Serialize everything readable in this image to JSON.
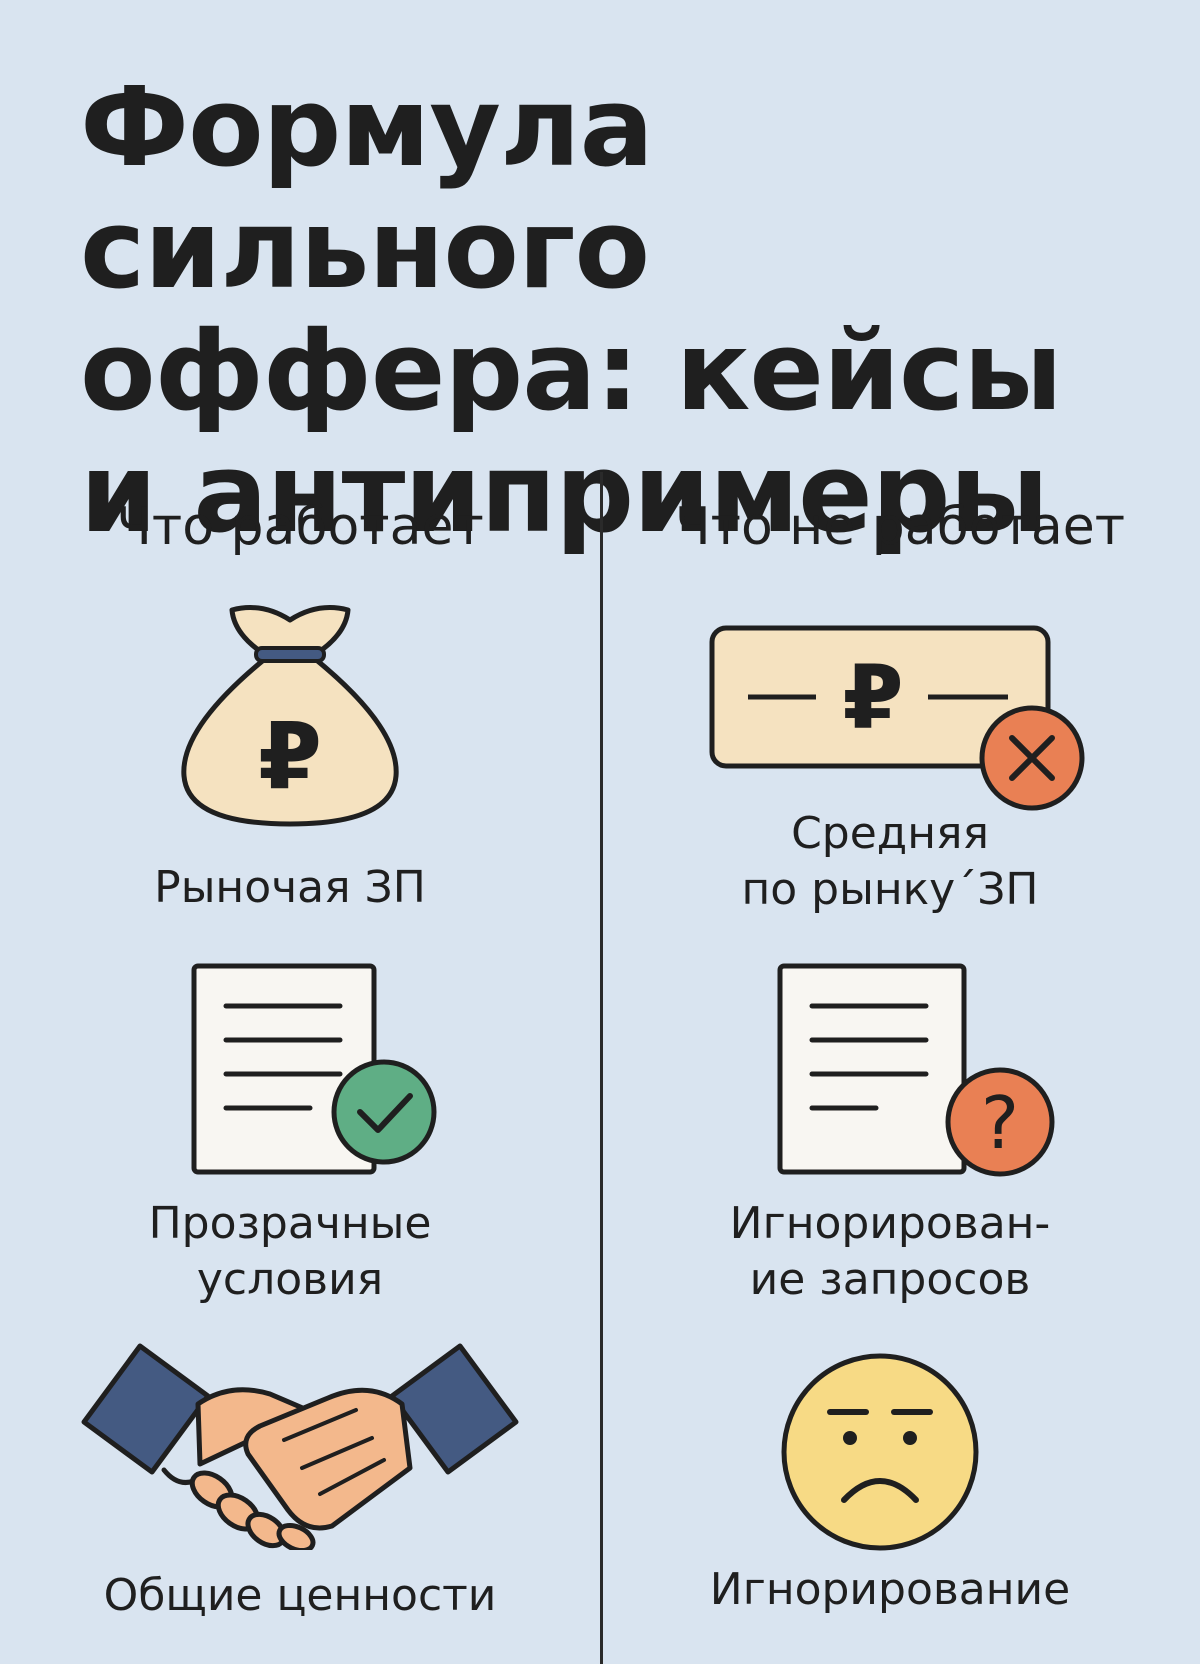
{
  "title": {
    "line1": "Формула сильного",
    "line2": "оффера: кейсы",
    "line3": "и антипримеры"
  },
  "columns": {
    "works": {
      "heading": "Что работает",
      "items": [
        {
          "icon": "money-bag-icon",
          "lines": [
            "Рыночая ЗП"
          ]
        },
        {
          "icon": "document-check-icon",
          "lines": [
            "Прозрачные",
            "условия"
          ]
        },
        {
          "icon": "handshake-icon",
          "lines": [
            "Общие ценности"
          ]
        }
      ]
    },
    "fails": {
      "heading": "Что не работает",
      "items": [
        {
          "icon": "banknote-cross-icon",
          "lines": [
            "Средняя",
            "по рынку´ЗП"
          ]
        },
        {
          "icon": "document-question-icon",
          "lines": [
            "Игнорирован-",
            "ие запросов"
          ]
        },
        {
          "icon": "sad-face-icon",
          "lines": [
            "Игнорирование"
          ]
        }
      ]
    }
  },
  "glyphs": {
    "ruble": "₽",
    "question": "?"
  },
  "colors": {
    "background": "#d9e4f0",
    "beige": "#f5e2c0",
    "navy": "#445a82",
    "green": "#5fae85",
    "orange": "#e98054",
    "skin": "#f3b88c",
    "yellow": "#f7da85",
    "paper": "#f8f6f2"
  }
}
